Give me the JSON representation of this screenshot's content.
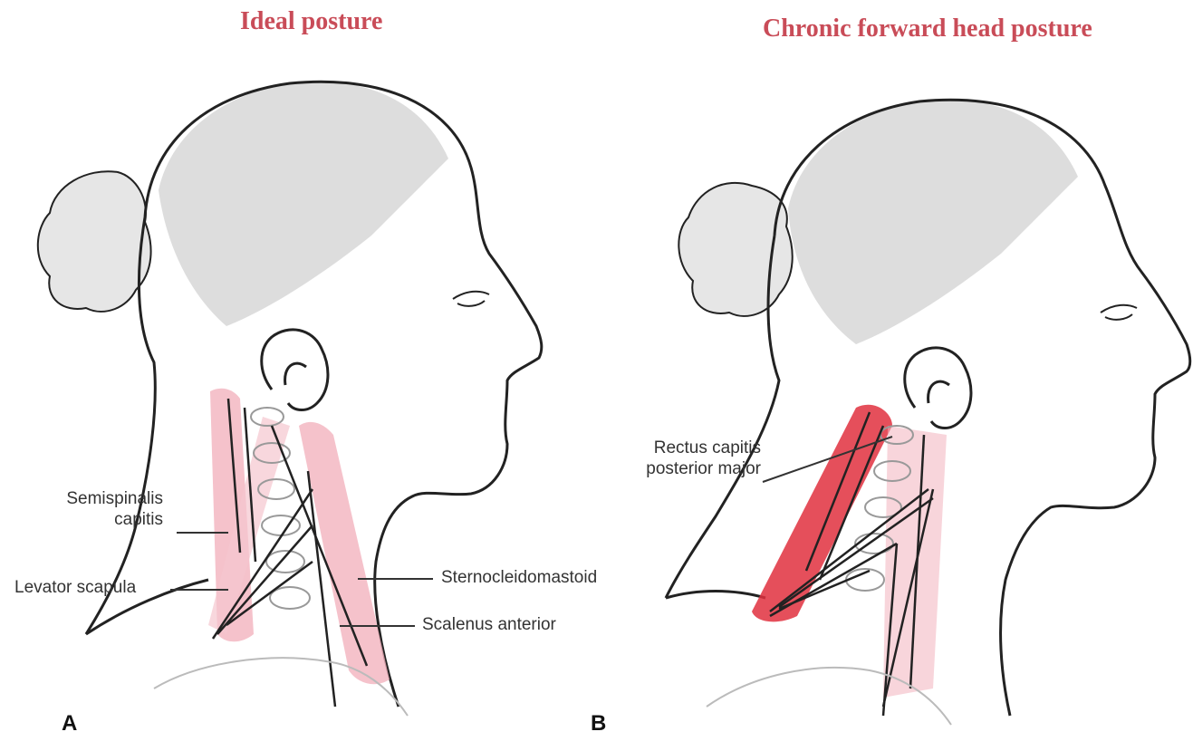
{
  "panel_a": {
    "title": "Ideal posture",
    "letter": "A",
    "labels": {
      "semispinalis": [
        "Semispinalis",
        "capitis"
      ],
      "levator": "Levator scapula",
      "sternocleidomastoid": "Sternocleidomastoid",
      "scalenus": "Scalenus anterior"
    }
  },
  "panel_b": {
    "title": "Chronic forward head posture",
    "letter": "B",
    "labels": {
      "rectus": [
        "Rectus capitis",
        "posterior major"
      ]
    }
  },
  "colors": {
    "title": "#c94c58",
    "muscle_light": "#f2b3be",
    "muscle_strong": "#e0303e",
    "outline": "#222222",
    "hair": "#cfcfcf"
  }
}
